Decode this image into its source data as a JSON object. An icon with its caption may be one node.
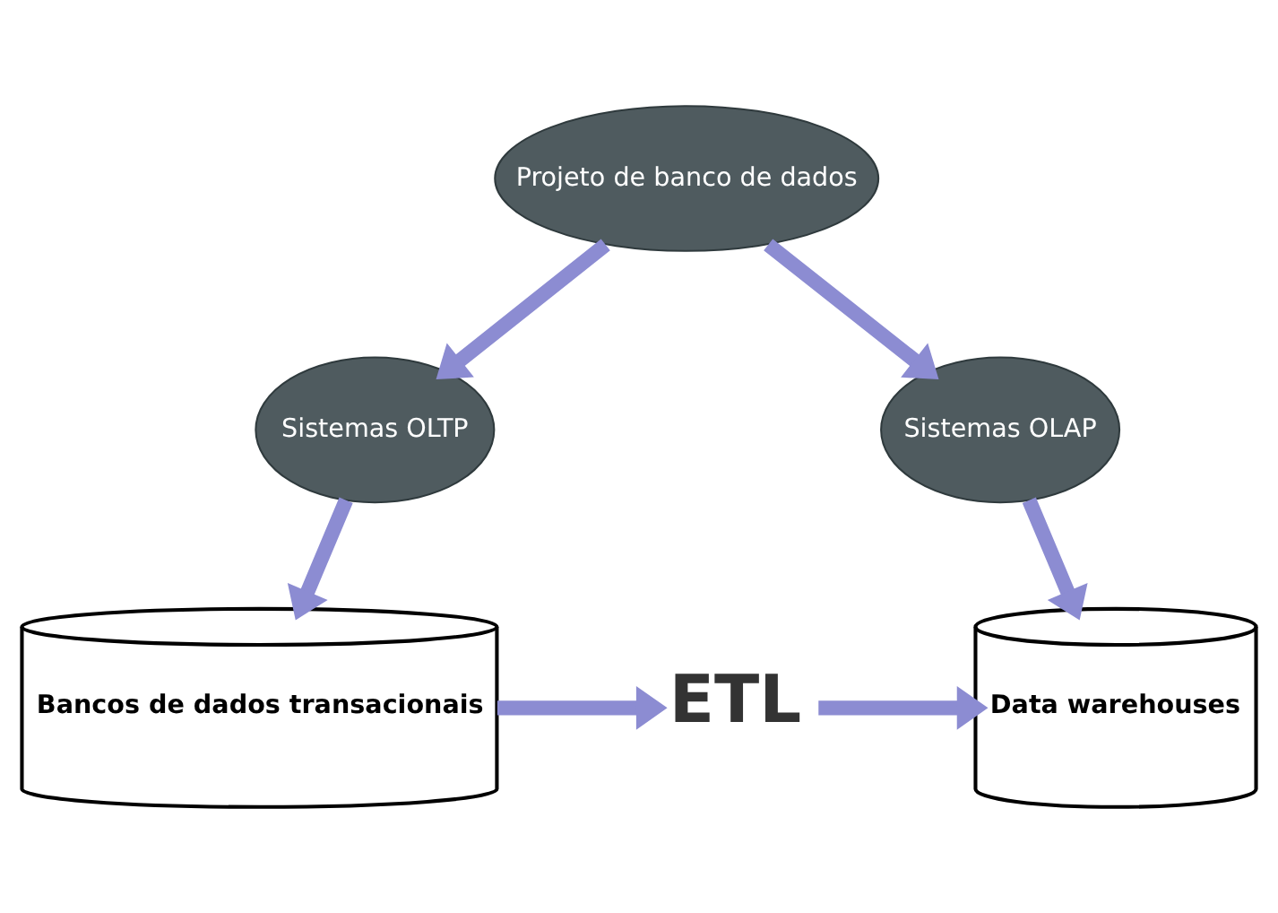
{
  "diagram": {
    "nodes": [
      {
        "text": [
          "Projeto de banco de dados"
        ]
      },
      {
        "text": [
          "Sistemas OLTP"
        ]
      },
      {
        "text": [
          "Sistemas OLAP"
        ]
      },
      {
        "text": [
          "Bancos de dados transacionais"
        ]
      },
      {
        "text": [
          "ETL"
        ]
      },
      {
        "text": [
          "Data warehouses"
        ]
      }
    ],
    "edges": [
      {
        "from": 0,
        "to": 1,
        "arrow": "to"
      },
      {
        "from": 0,
        "to": 2,
        "arrow": "to"
      },
      {
        "from": 1,
        "to": 3,
        "arrow": "to"
      },
      {
        "from": 2,
        "to": 5,
        "arrow": "to"
      },
      {
        "from": 3,
        "to": 4,
        "arrow": "to"
      },
      {
        "from": 4,
        "to": 5,
        "arrow": "to"
      }
    ]
  }
}
